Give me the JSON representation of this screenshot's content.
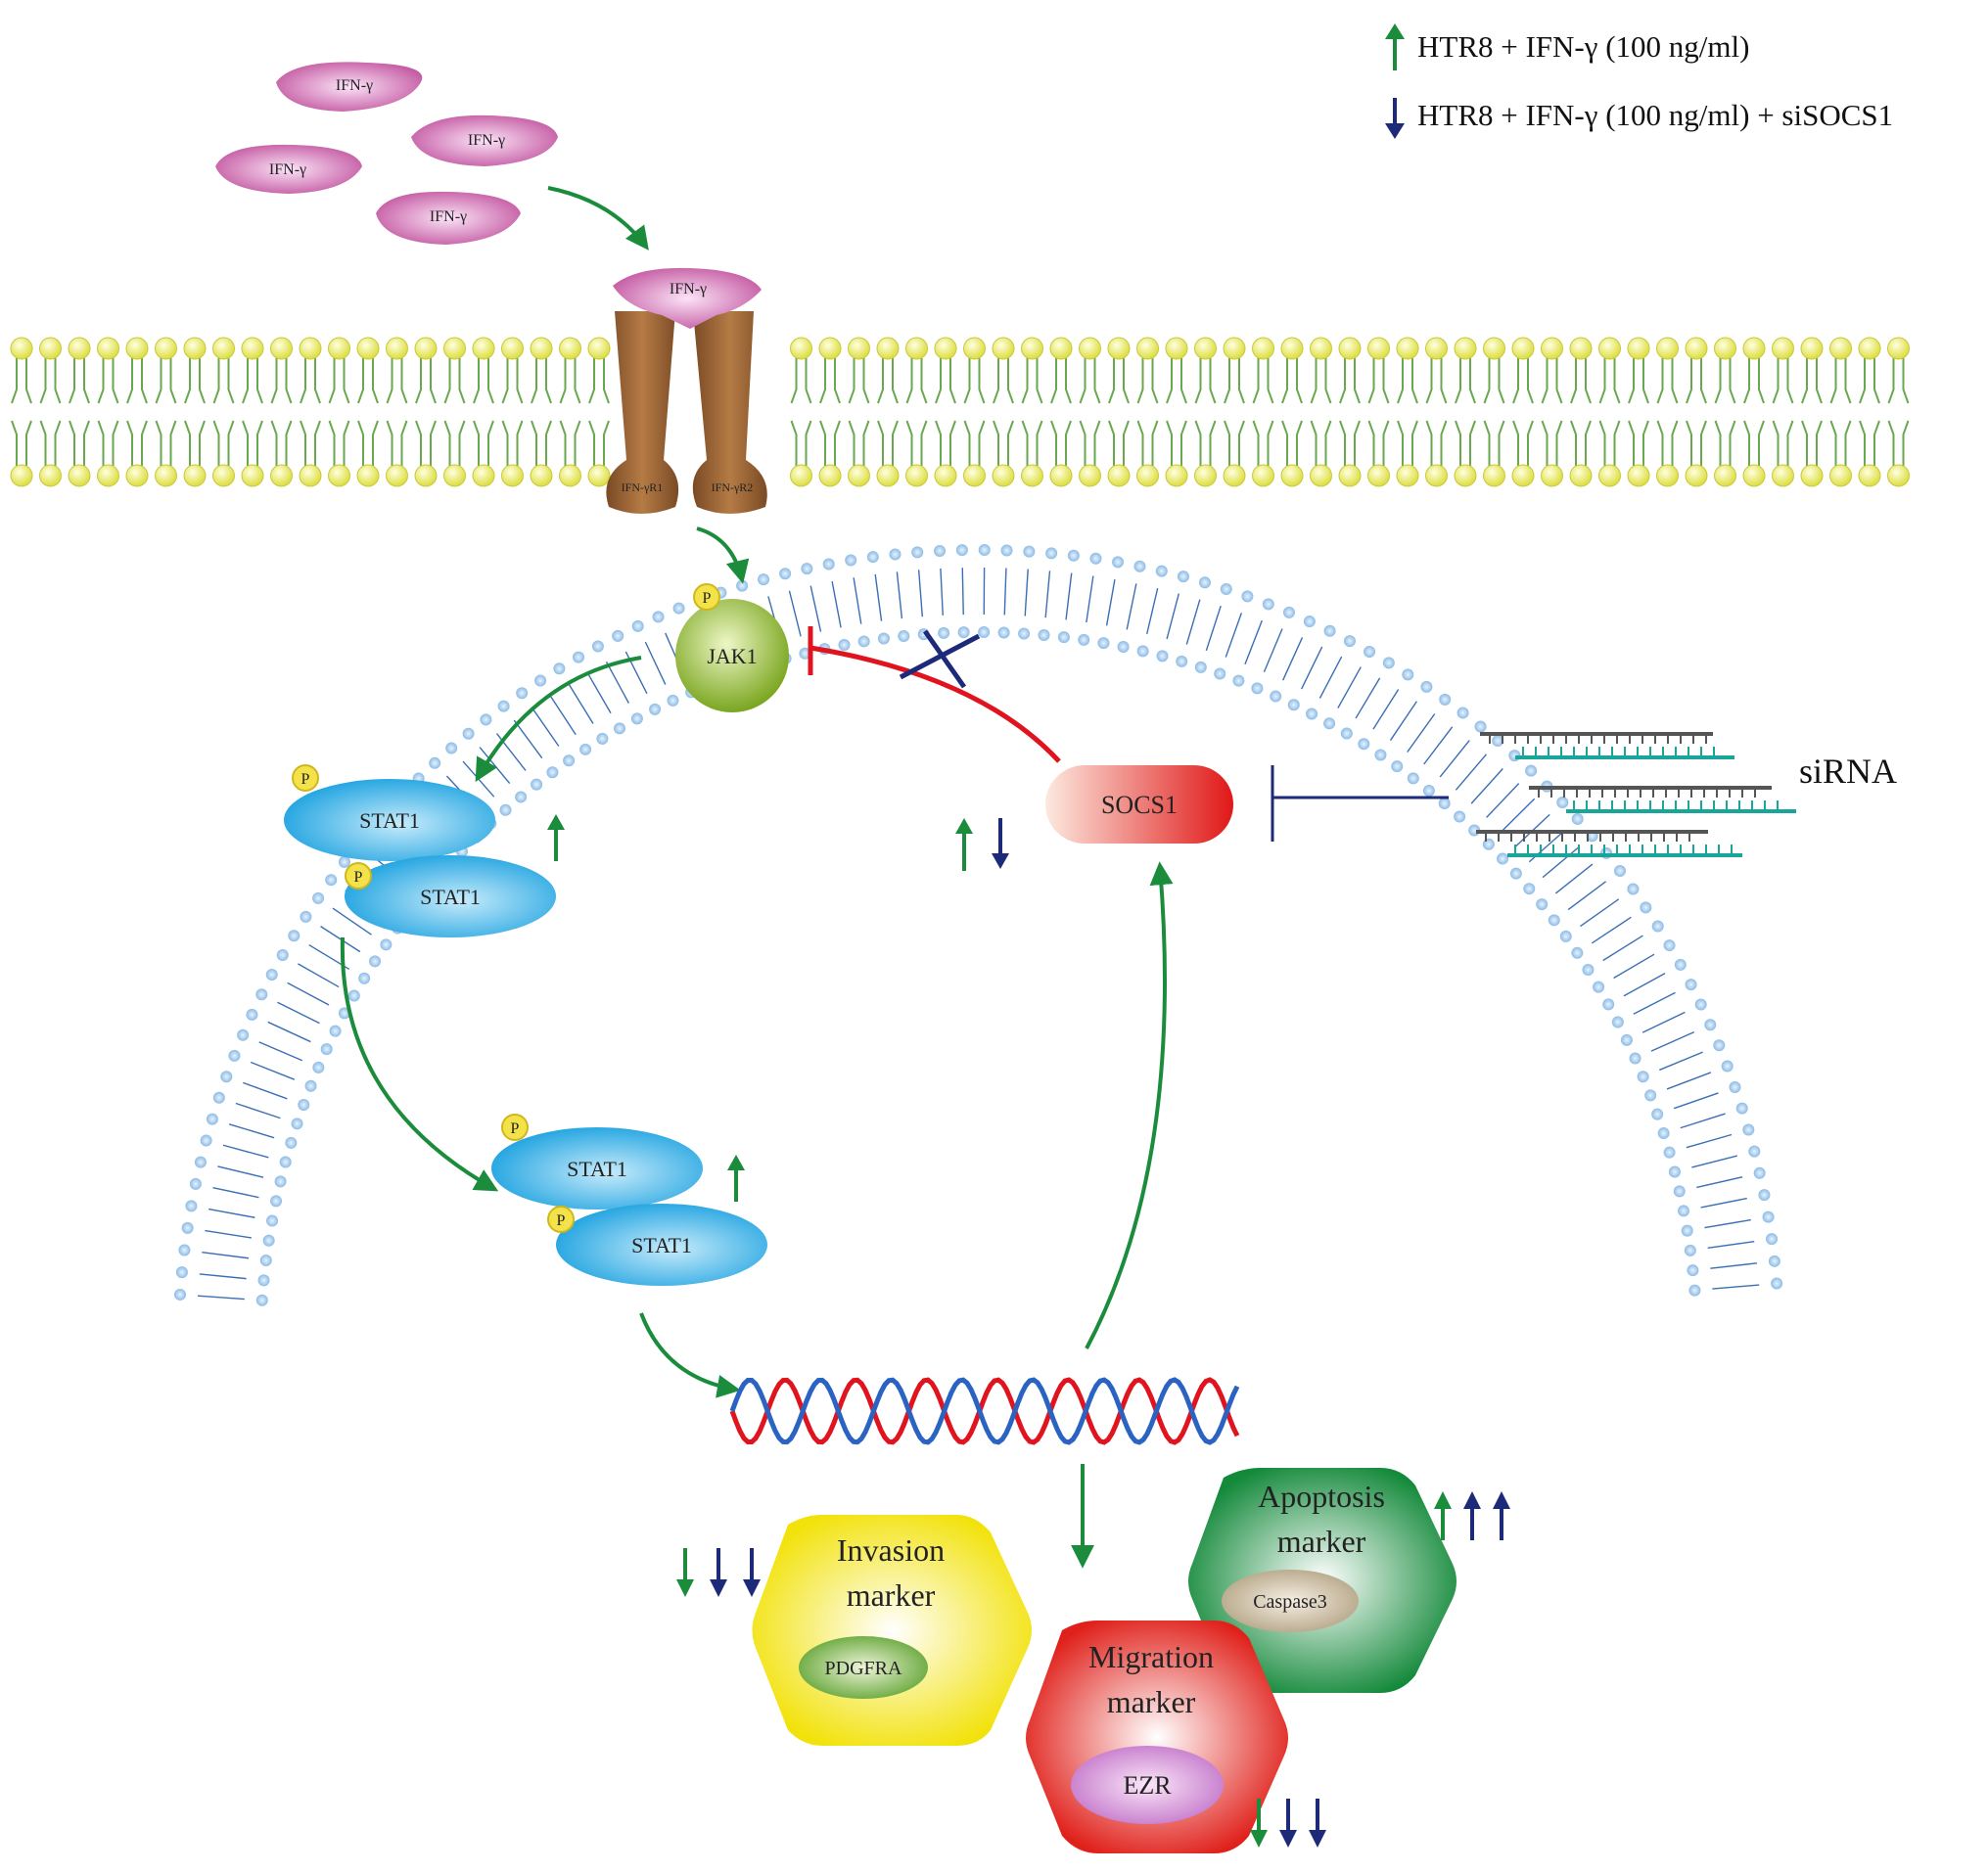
{
  "legend": {
    "item1": "HTR8 + IFN-γ (100 ng/ml)",
    "item2": "HTR8 + IFN-γ (100 ng/ml) + siSOCS1"
  },
  "ligand": {
    "label": "IFN-γ"
  },
  "receptor": {
    "r1": "IFN-γR1",
    "r2": "IFN-γR2"
  },
  "phospho": "P",
  "jak1": "JAK1",
  "stat1": "STAT1",
  "socs1": "SOCS1",
  "sirna": "siRNA",
  "invasion": {
    "line1": "Invasion",
    "line2": "marker",
    "protein": "PDGFRA"
  },
  "apoptosis": {
    "line1": "Apoptosis",
    "line2": "marker",
    "protein": "Caspase3"
  },
  "migration": {
    "line1": "Migration",
    "line2": "marker",
    "protein": "EZR"
  },
  "colors": {
    "up_arrow": "#1a8c3c",
    "down_arrow": "#1d2a7a",
    "inhibit_red": "#e0141e",
    "inhibit_blue": "#1d2a7a",
    "membrane_head": "#e6e84a",
    "membrane_tail": "#6aa84f",
    "nuclear_membrane": "#3a6fb5"
  }
}
